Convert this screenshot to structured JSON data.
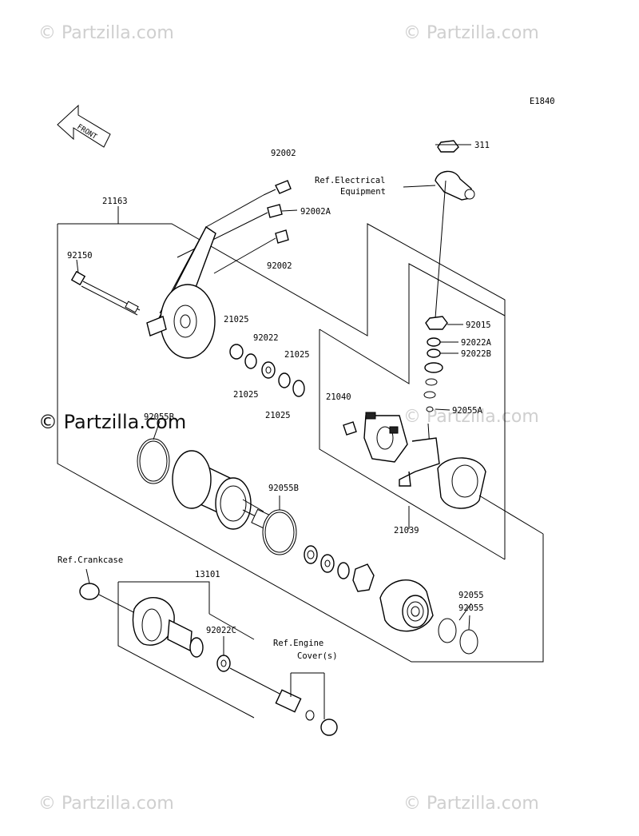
{
  "diagram_code": "E1840",
  "front_arrow_label": "FRONT",
  "watermarks": {
    "top_left": "© Partzilla.com",
    "top_right": "© Partzilla.com",
    "center_left": "© Partzilla.com",
    "center_right": "© Partzilla.com",
    "bottom_left": "© Partzilla.com",
    "bottom_right": "© Partzilla.com"
  },
  "refs": {
    "electrical_line1": "Ref.Electrical",
    "electrical_line2": "Equipment",
    "crankcase": "Ref.Crankcase",
    "engine_cover_line1": "Ref.Engine",
    "engine_cover_line2": "Cover(s)"
  },
  "parts": {
    "p92002_top": "92002",
    "p92002A": "92002A",
    "p92002_bottom": "92002",
    "p21163": "21163",
    "p92150": "92150",
    "p311": "311",
    "p92015": "92015",
    "p92022A": "92022A",
    "p92022B": "92022B",
    "p92055A": "92055A",
    "p21040": "21040",
    "p21039": "21039",
    "p21025_a": "21025",
    "p92022": "92022",
    "p21025_b": "21025",
    "p21025_c": "21025",
    "p21025_d": "21025",
    "p92055B_a": "92055B",
    "p92055B_b": "92055B",
    "p13101": "13101",
    "p92022C": "92022C",
    "p92055_a": "92055",
    "p92055_b": "92055"
  }
}
